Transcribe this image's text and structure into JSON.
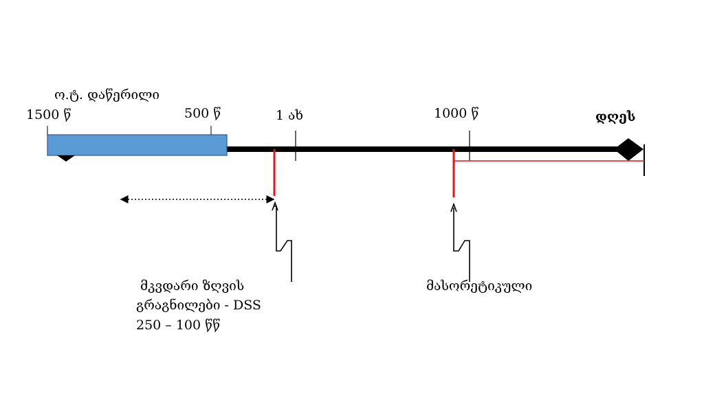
{
  "labels": {
    "ot_title": "ო.ტ. დაწერილი",
    "tick_1500": "1500 წ",
    "tick_500": "500 წ",
    "tick_1ad": "1 ახ",
    "tick_1000": "1000 წ",
    "today": "დღეს",
    "dss_line1": "მკვდარი ზღვის",
    "dss_line2": "გრაგნილები - DSS",
    "dss_line3": "250 – 100 წწ",
    "masoretic": "მასორეტიკული"
  },
  "colors": {
    "bar_fill": "#5b9bd5",
    "bar_stroke": "#2f5597",
    "axis": "#000000",
    "marker": "#e8141c"
  }
}
